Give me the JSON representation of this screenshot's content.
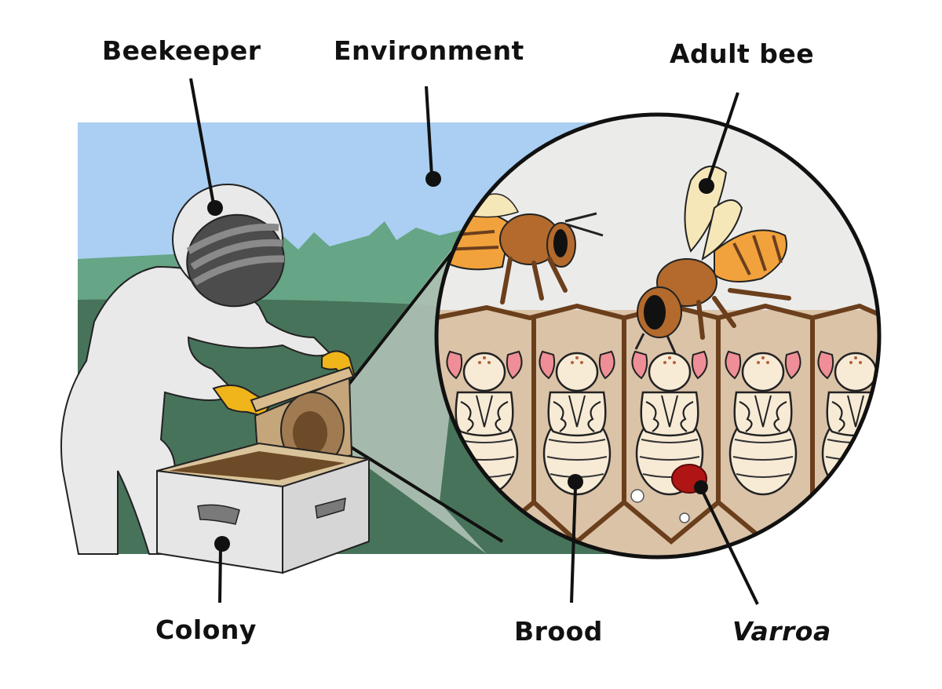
{
  "labels": {
    "beekeeper": "Beekeeper",
    "environment": "Environment",
    "adult_bee": "Adult bee",
    "colony": "Colony",
    "brood": "Brood",
    "varroa": "Varroa"
  },
  "colors": {
    "sky": "#aacff2",
    "hills": "#66a585",
    "ground": "#47735a",
    "comb_wax": "#dbc3a8",
    "comb_border": "#6b3f1c",
    "bee_orange": "#f2a23c",
    "bee_brown": "#b36a2c",
    "mite_red": "#b01515",
    "suit": "#e9e9e9",
    "glove": "#f0b51a",
    "box": "#e6e6e6",
    "wood": "#c5a57a",
    "larva": "#f7ebd6"
  },
  "icons": [
    "beekeeper-figure",
    "beehive-box",
    "honeycomb-frame",
    "magnifier-circle",
    "honey-bee",
    "pupa",
    "varroa-mite"
  ]
}
